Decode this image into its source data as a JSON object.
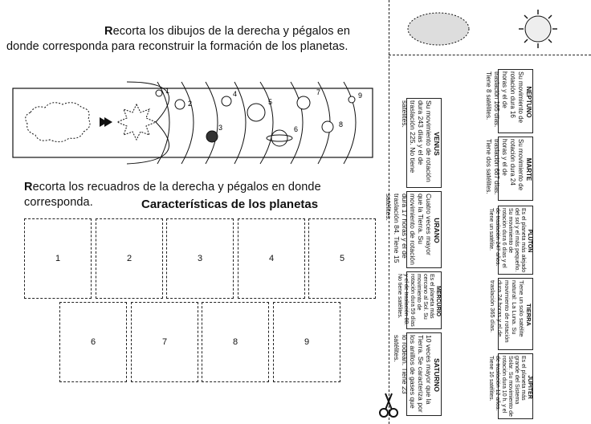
{
  "instructions": {
    "first_line1_cap": "R",
    "first_line1_rest": "ecorta los dibujos de la derecha y pégalos en",
    "first_line2": "donde corresponda para reconstruir la formación de los planetas.",
    "second_line1_cap": "R",
    "second_line1_rest": "ecorta los recuadros de la derecha y pégalos en donde",
    "second_line2": "corresponda."
  },
  "section_title": "Características de los planetas",
  "orbit_numbers": [
    "1",
    "2",
    "3",
    "4",
    "5",
    "6",
    "7",
    "8",
    "9"
  ],
  "box_numbers": [
    "1",
    "2",
    "3",
    "4",
    "5",
    "6",
    "7",
    "8",
    "9"
  ],
  "cards": [
    {
      "name": "VENUS",
      "text": "Su movimiento de rotación dura 243 días y el de traslación 225. No tiene satélites."
    },
    {
      "name": "URANO",
      "text": "Cuatro veces mayor que la Tierra. Su movimiento de rotación dura 17 horas y el de traslación 84. Tiene 15 satélites."
    },
    {
      "name": "MERCURIO",
      "text": "Es el planeta más cercano al Sol. Su movimiento de rotación dura 59 días y el de traslación 88. No tiene satélites."
    },
    {
      "name": "SATURNO",
      "text": "10 veces mayor que la Tierra. Se caracteriza por los anillos de gases que lo rodean. Tiene 23 satélites."
    },
    {
      "name": "NEPTUNO",
      "text": "Su movimiento de rotación dura 16 horas y el de traslación 165 días. Tiene 8 satélites."
    },
    {
      "name": "MARTE",
      "text": "Su movimiento de rotación dura 24 horas y el de traslación 687 días. Tiene dos satélites."
    },
    {
      "name": "PLUTON",
      "text": "Es el planeta más alejado del sol y el más pequeño. Su movimiento de rotación dura 6 días y el de traslación 247 años. Tiene un satélite."
    },
    {
      "name": "TIERRA",
      "text": "Tiene un solo satélite natural: La Luna. Su movimiento de rotación dura 24 horas y el de traslación 365 días."
    },
    {
      "name": "JUPITER",
      "text": "Es el planeta más grande del Sistema Solar. Su movimiento de rotación dura 10 h. y el de traslación 12 años. Tiene 16 satélites."
    }
  ]
}
